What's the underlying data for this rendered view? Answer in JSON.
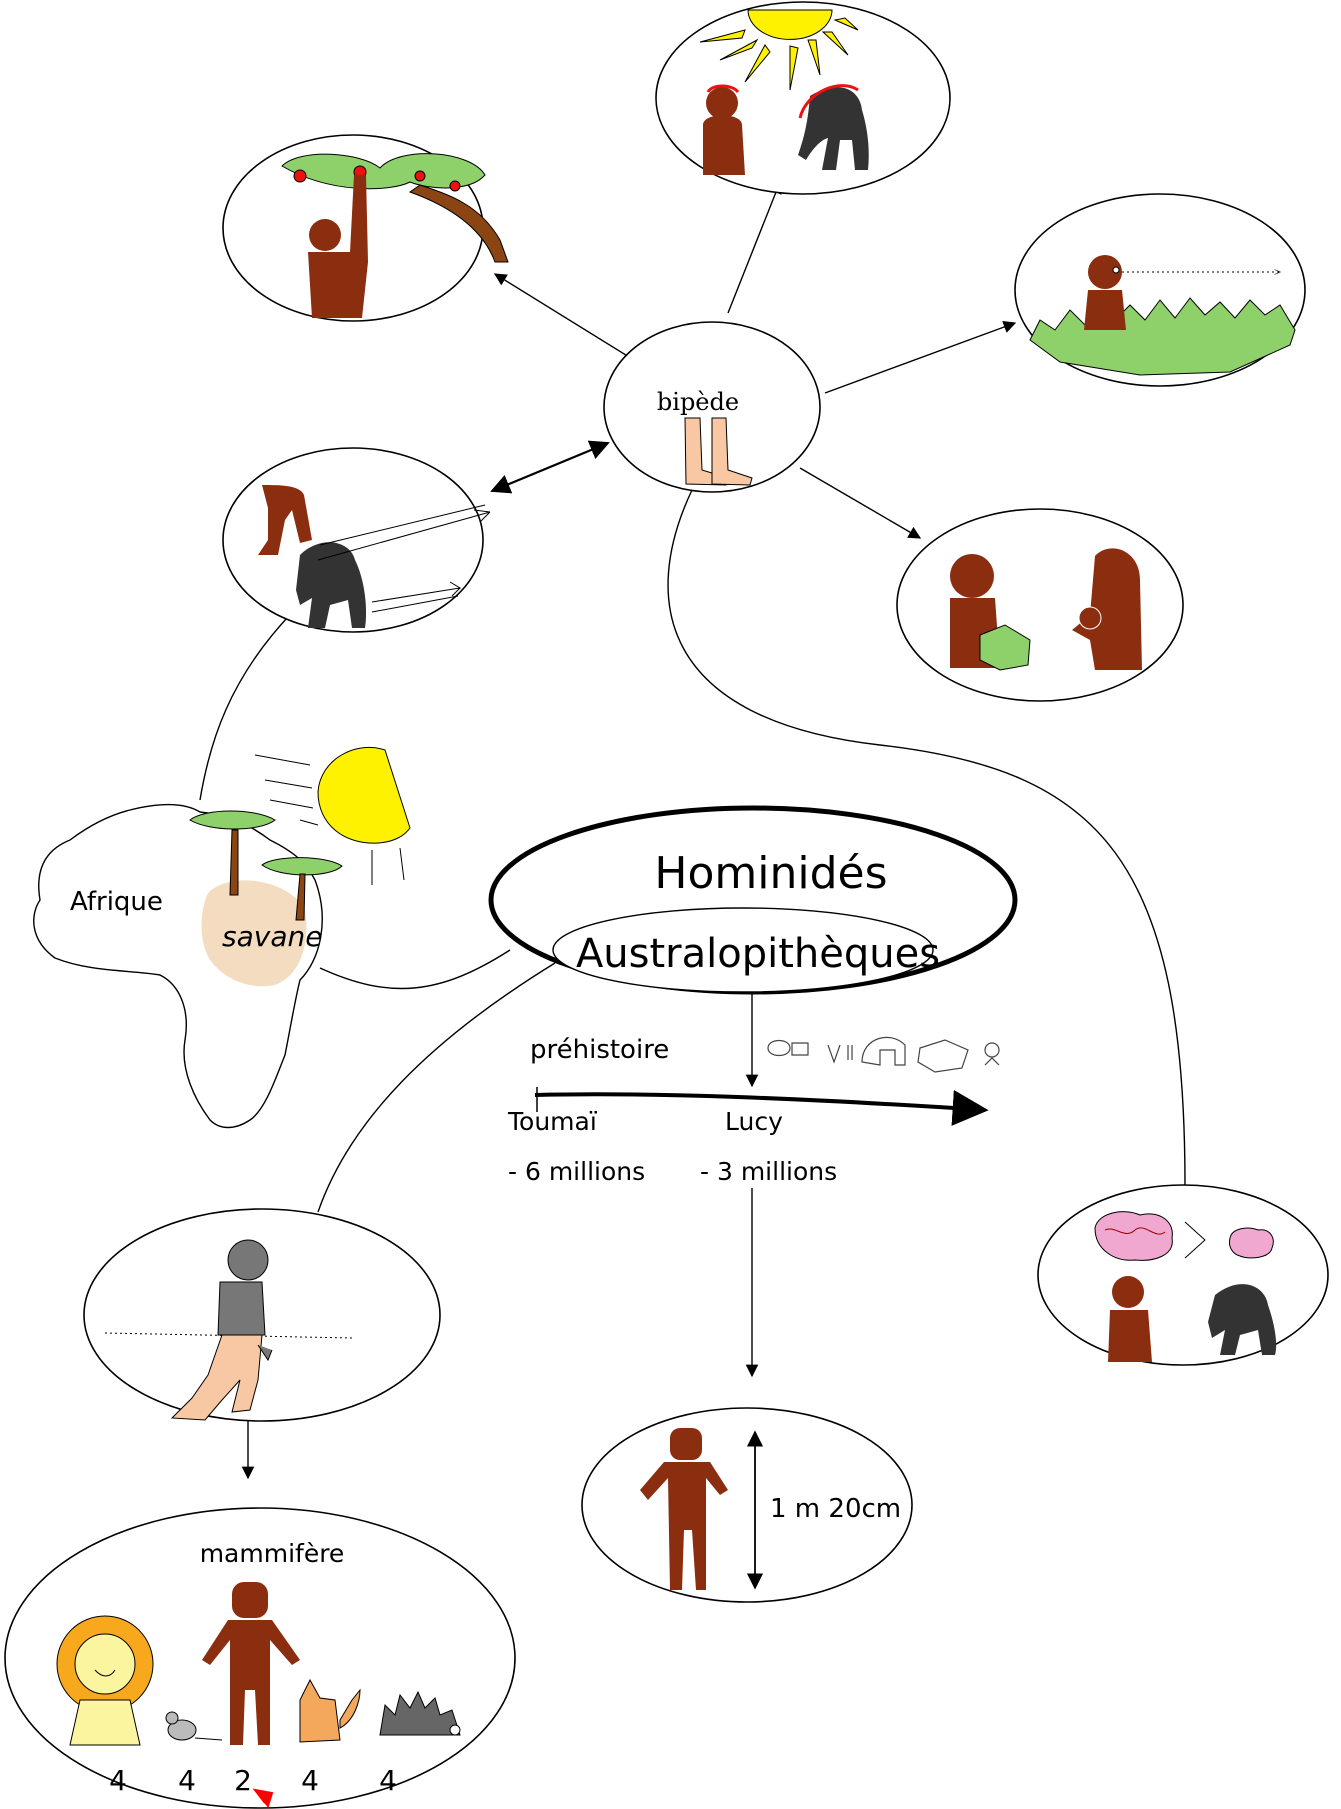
{
  "title": "Hominidés",
  "subtitle": "Australopithèques",
  "nodes": {
    "bipede": "bipède",
    "afrique": "Afrique",
    "savane": "savane",
    "mammifere": "mammifère",
    "taille": "1 m 20cm"
  },
  "timeline": {
    "label": "préhistoire",
    "events": [
      {
        "name": "Toumaï",
        "date": "- 6 millions"
      },
      {
        "name": "Lucy",
        "date": "- 3 millions"
      }
    ]
  },
  "legs": [
    "4",
    "4",
    "2",
    "4",
    "4"
  ],
  "colors": {
    "skin": "#8B2E0F",
    "ape": "#333333",
    "sun": "#FFF200",
    "savanna": "#F3DCC0",
    "leaves": "#8ED16A",
    "pointer": "#FF0000"
  }
}
